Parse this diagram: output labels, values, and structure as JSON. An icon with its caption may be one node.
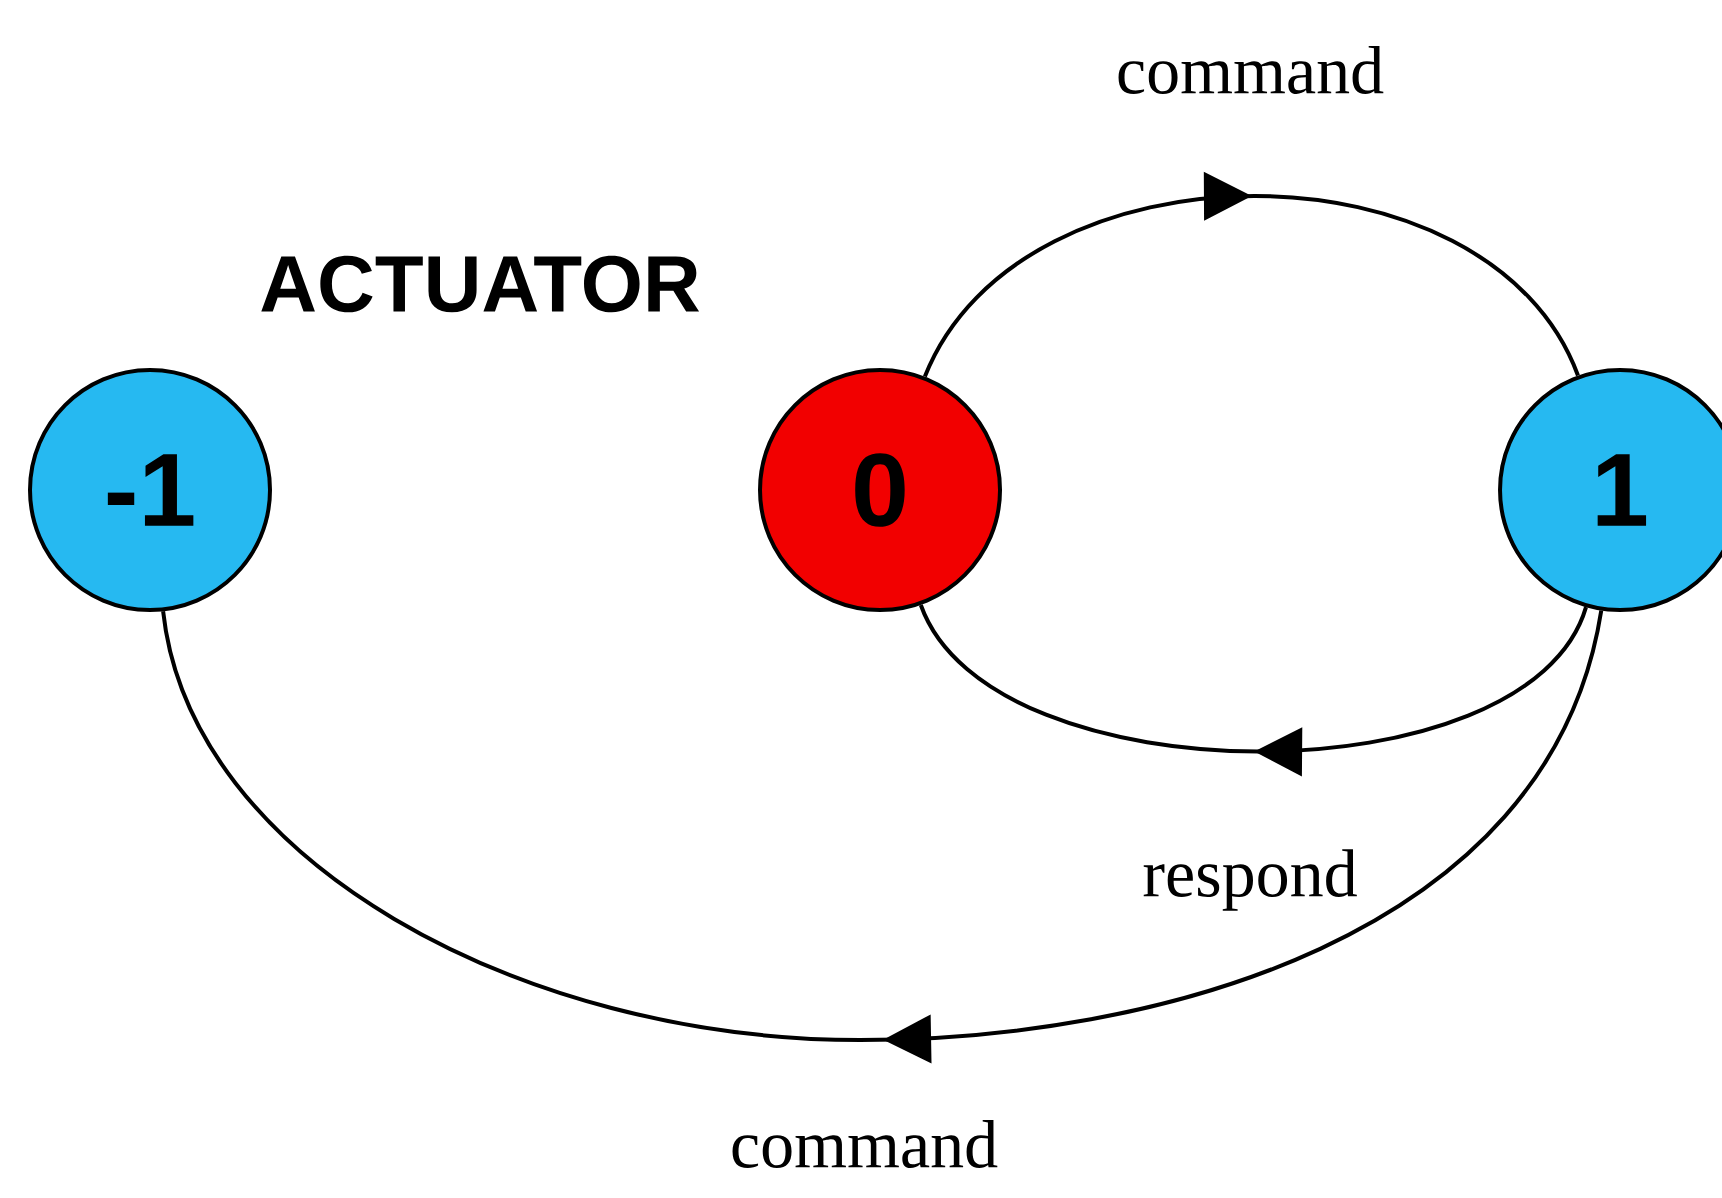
{
  "diagram": {
    "title": "ACTUATOR",
    "nodes": [
      {
        "text": [
          "-1"
        ]
      },
      {
        "text": [
          "0"
        ]
      },
      {
        "text": [
          "1"
        ]
      }
    ],
    "edges": [
      {
        "from": 1,
        "to": 2,
        "arrow": "to",
        "label": "command"
      },
      {
        "from": 2,
        "to": 1,
        "arrow": "to",
        "label": "respond"
      },
      {
        "from": 2,
        "to": 0,
        "arrow": "to",
        "label": "command"
      }
    ]
  }
}
